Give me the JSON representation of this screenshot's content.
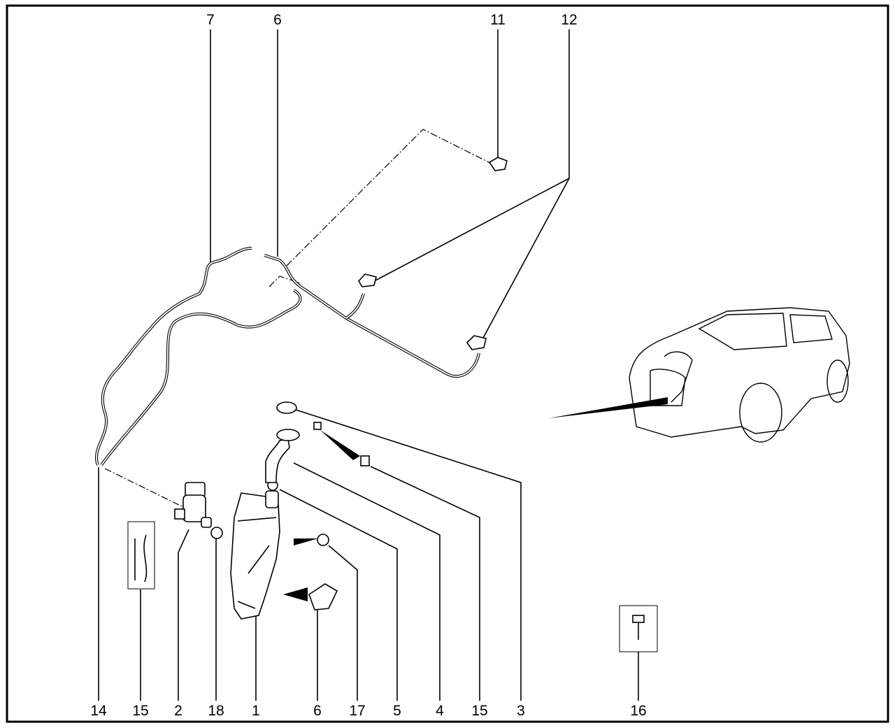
{
  "diagram": {
    "top_callouts": [
      "7",
      "6",
      "11",
      "12"
    ],
    "bottom_callouts": [
      "14",
      "15",
      "2",
      "18",
      "1",
      "6",
      "17",
      "5",
      "4",
      "15",
      "3",
      "16"
    ]
  }
}
